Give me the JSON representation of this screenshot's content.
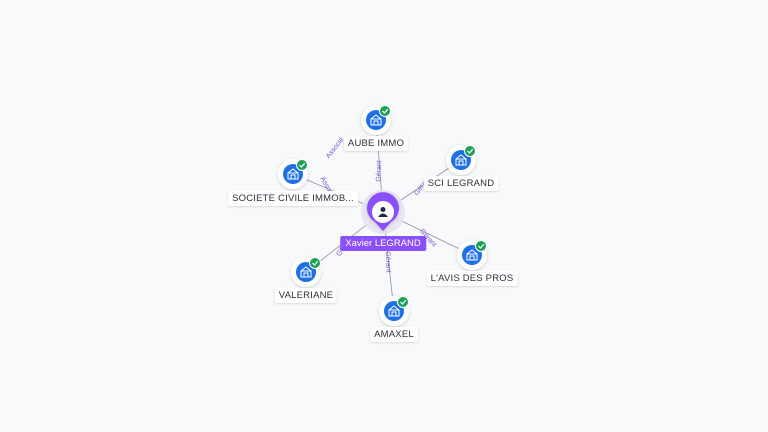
{
  "center": {
    "name": "Xavier LEGRAND",
    "icon": "person-icon",
    "color": "#8a4fff"
  },
  "companies": [
    {
      "id": "aube",
      "name": "AUBE IMMO",
      "relation": "Gérant",
      "icon": "building-icon",
      "verified": true
    },
    {
      "id": "societe",
      "name": "SOCIETE CIVILE IMMOB...",
      "relation": "Associé",
      "icon": "building-icon",
      "verified": true
    },
    {
      "id": "sci",
      "name": "SCI LEGRAND",
      "relation": "Gérant",
      "icon": "building-icon",
      "verified": true
    },
    {
      "id": "lavis",
      "name": "L'AVIS DES PROS",
      "relation": "Gérant",
      "icon": "building-icon",
      "verified": true
    },
    {
      "id": "valeriane",
      "name": "VALERIANE",
      "relation": "Gérant",
      "icon": "building-icon",
      "verified": true
    },
    {
      "id": "amaxel",
      "name": "AMAXEL",
      "relation": "Gérant",
      "icon": "building-icon",
      "verified": true
    }
  ],
  "extra_edge_label": "Associé",
  "colors": {
    "node": "#1f6fe5",
    "verified": "#1fa05a",
    "edge": "#8c93a3",
    "edge_label": "#7a55d6"
  }
}
